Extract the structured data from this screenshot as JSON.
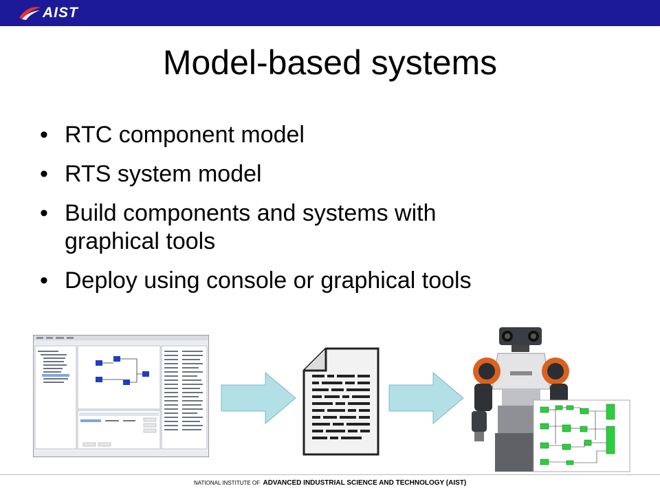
{
  "header": {
    "logo_text": "AIST",
    "bar_color": "#1d1a9a"
  },
  "slide": {
    "title": "Model-based systems",
    "bullets": [
      {
        "line1": "RTC component model",
        "line2": ""
      },
      {
        "line1": "RTS system model",
        "line2": ""
      },
      {
        "line1": "Build components and systems with",
        "line2": "graphical tools"
      },
      {
        "line1": "Deploy using console or graphical tools",
        "line2": ""
      }
    ],
    "bullet_glyph": "•"
  },
  "illustrations": {
    "tool_screenshot_icon": "tool-window-icon",
    "arrow_color": "#b3dfe6",
    "document_icon": "document-icon",
    "robot_icon": "humanoid-robot-icon",
    "diagram_icon": "block-diagram-icon"
  },
  "footer": {
    "prefix": "NATIONAL INSTITUTE OF",
    "name": "ADVANCED INDUSTRIAL SCIENCE AND TECHNOLOGY (AIST)"
  }
}
